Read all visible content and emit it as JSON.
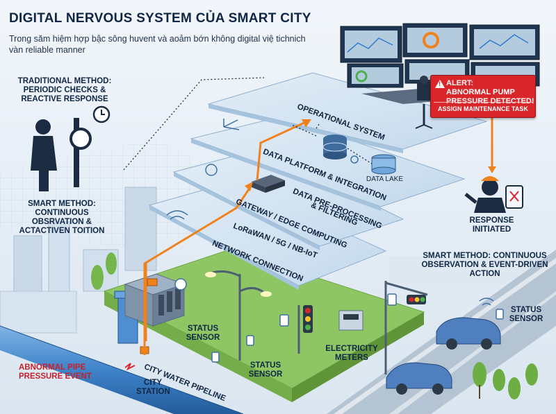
{
  "header": {
    "title": "DIGITAL NERVOUS SYSTEM CỦA SMART CITY",
    "subtitle": "Trong săm hiệm hợp bậc sông huvent và aoảm bớn không digital việ tichnich vàn reliable manner"
  },
  "traditional": {
    "label": "TRADITIONAL METHOD: PERIODIC CHECKS & REACTIVE RESPONSE"
  },
  "smart_left": {
    "label": "SMART METHOD: CONTINUOUS OBSRVATION & ACTACTIVEN TOITION"
  },
  "smart_right": {
    "label": "SMART METHOD: CONTINUOUS OBSERVATION & EVENT-DRIVEN ACTION"
  },
  "layers": {
    "operational": "OPERATIONAL SYSTEM",
    "platform": "DATA PLATFORM & INTEGRATION",
    "preprocess_1": "DATA PRE-PROCESSING",
    "preprocess_2": "& FILTERING",
    "gateway": "GATEWAY / EDGE COMPUTING",
    "protocols": "LoRaWAN / 5G / NB-IoT",
    "network": "NETWORK CONNECTION",
    "datalake": "DATA LAKE"
  },
  "alert": {
    "line1": "ALERT:",
    "line2": "ABNORMAL PUMP",
    "line3": "PRESSURE DETECTED!",
    "action": "ASSIGN MAINTENANCE TASK"
  },
  "response": {
    "label": "RESPONSE INITIATED"
  },
  "city_labels": {
    "status_sensor": "STATUS SENSOR",
    "status_sensor_2": "STATUS SENSOR",
    "status_sensor_right": "STATUS SENSOR",
    "electricity_meters": "ELECTRICITY METERS",
    "pipe_event": "ABNORMAL PIPE PRESSURE EVENT",
    "city_station": "CITY STATION",
    "pipeline": "CITY WATER PIPELINE"
  },
  "colors": {
    "accent": "#f0821e",
    "alert": "#d9262b",
    "layer": "#d3e4f2",
    "pipe": "#3f83c9",
    "ground": "#8fc664"
  }
}
